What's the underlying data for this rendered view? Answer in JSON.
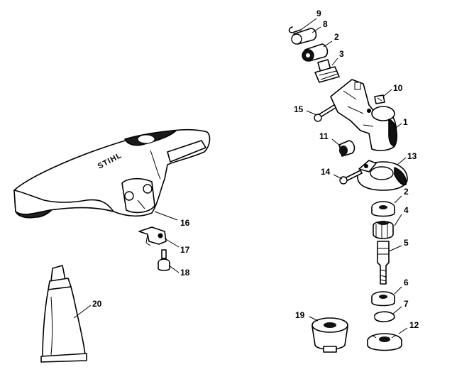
{
  "diagram": {
    "brand_mark": "STIHL",
    "parts": [
      {
        "id": "9",
        "name": "retaining-ring"
      },
      {
        "id": "8",
        "name": "sleeve"
      },
      {
        "id": "2",
        "name": "ball-bearing"
      },
      {
        "id": "3",
        "name": "bevel-gear"
      },
      {
        "id": "10",
        "name": "hex-nut"
      },
      {
        "id": "15",
        "name": "screw"
      },
      {
        "id": "1",
        "name": "gear-housing"
      },
      {
        "id": "11",
        "name": "plug"
      },
      {
        "id": "13",
        "name": "cover-plate"
      },
      {
        "id": "14",
        "name": "screw"
      },
      {
        "id": "16",
        "name": "deflector"
      },
      {
        "id": "4",
        "name": "bevel-gear"
      },
      {
        "id": "5",
        "name": "spindle"
      },
      {
        "id": "17",
        "name": "clamp"
      },
      {
        "id": "18",
        "name": "screw"
      },
      {
        "id": "20",
        "name": "grease-tube"
      },
      {
        "id": "6",
        "name": "ball-bearing"
      },
      {
        "id": "7",
        "name": "circlip"
      },
      {
        "id": "19",
        "name": "thrust-sleeve"
      },
      {
        "id": "12",
        "name": "thrust-washer"
      },
      {
        "id": "2",
        "name": "ball-bearing-lower"
      }
    ]
  }
}
